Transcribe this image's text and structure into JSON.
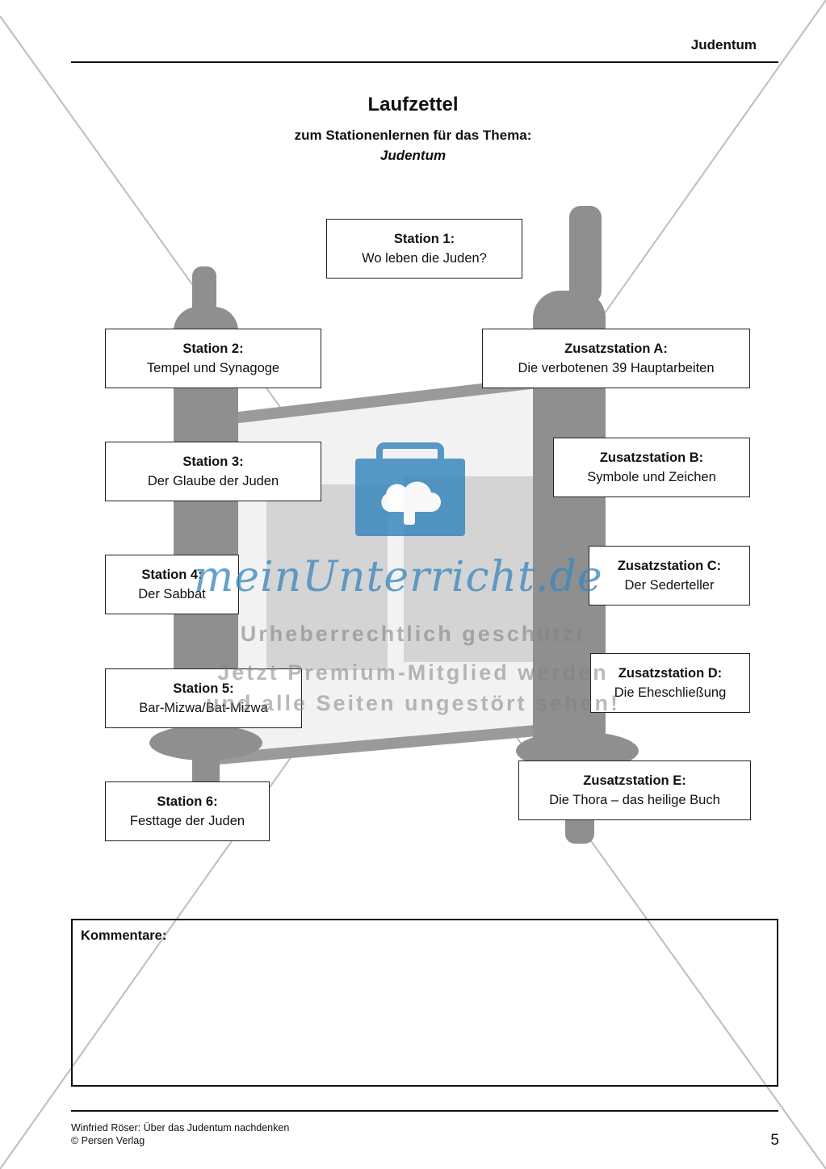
{
  "header": {
    "topic": "Judentum"
  },
  "title": "Laufzettel",
  "subtitle": "zum Stationenlernen für das Thema:",
  "subtitle_topic": "Judentum",
  "stations": [
    {
      "title": "Station 1:",
      "text": "Wo leben die Juden?"
    },
    {
      "title": "Station 2:",
      "text": "Tempel und Synagoge"
    },
    {
      "title": "Station 3:",
      "text": "Der Glaube der Juden"
    },
    {
      "title": "Station 4:",
      "text": "Der Sabbat"
    },
    {
      "title": "Station 5:",
      "text": "Bar-Mizwa/Bat-Mizwa"
    },
    {
      "title": "Station 6:",
      "text": "Festtage der Juden"
    }
  ],
  "extra_stations": [
    {
      "title": "Zusatzstation A:",
      "text": "Die verbotenen 39 Hauptarbeiten"
    },
    {
      "title": "Zusatzstation B:",
      "text": "Symbole und Zeichen"
    },
    {
      "title": "Zusatzstation C:",
      "text": "Der Sederteller"
    },
    {
      "title": "Zusatzstation D:",
      "text": "Die Eheschließung"
    },
    {
      "title": "Zusatzstation E:",
      "text": "Die Thora – das heilige Buch"
    }
  ],
  "comments": {
    "label": "Kommentare:"
  },
  "watermark": {
    "brand": "meinUnterricht.de",
    "line1": "Urheberrechtlich geschützt",
    "line2": "Jetzt Premium-Mitglied werden",
    "line3": "und alle Seiten ungestört sehen!"
  },
  "footer": {
    "author": "Winfried Röser: Über das Judentum nachdenken",
    "publisher": "© Persen Verlag",
    "page_number": "5"
  }
}
